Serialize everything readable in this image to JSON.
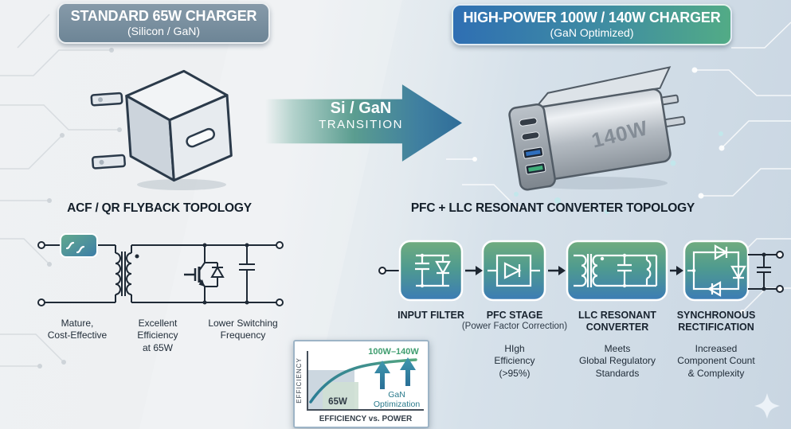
{
  "left": {
    "header": {
      "title": "STANDARD 65W CHARGER",
      "subtitle": "(Silicon / GaN)"
    },
    "topology_title": "ACF / QR FLYBACK TOPOLOGY",
    "features": [
      {
        "text": "Mature,\nCost-Effective"
      },
      {
        "text": "Excellent\nEfficiency\nat 65W"
      },
      {
        "text": "Lower Switching\nFrequency"
      }
    ]
  },
  "transition": {
    "line1": "Si / GaN",
    "line2": "TRANSITION"
  },
  "right": {
    "header": {
      "title": "HIGH-POWER 100W / 140W CHARGER",
      "subtitle": "(GaN Optimized)"
    },
    "topology_title": "PFC + LLC RESONANT CONVERTER TOPOLOGY",
    "charger_wattage": "140W",
    "blocks": [
      {
        "label": "INPUT FILTER",
        "sublabel": "",
        "note": ""
      },
      {
        "label": "PFC STAGE",
        "sublabel": "(Power Factor Correction)",
        "note": "HIgh\nEfficiency\n(>95%)"
      },
      {
        "label": "LLC RESONANT\nCONVERTER",
        "sublabel": "",
        "note": "Meets\nGlobal Regulatory\nStandards"
      },
      {
        "label": "SYNCHRONOUS\nRECTIFICATION",
        "sublabel": "",
        "note": "Increased\nComponent Count\n& Complexity"
      }
    ]
  },
  "inset_chart": {
    "type": "line",
    "xlabel": "EFFICIENCY vs. POWER",
    "ylabel": "EFFICIENCY",
    "region_label_65w": "65W",
    "range_label": "100W–140W",
    "annotation_line1": "GaN",
    "annotation_line2": "Optimization",
    "series": [
      {
        "name": "efficiency_curve",
        "x_norm": [
          0,
          0.15,
          0.35,
          0.6,
          0.85,
          1.0
        ],
        "y_norm": [
          0.15,
          0.45,
          0.65,
          0.78,
          0.86,
          0.9
        ]
      }
    ],
    "colors": {
      "curve_start": "#2b7d95",
      "curve_end": "#57a97e",
      "annotation": "#2a7a8c",
      "range_label": "#3f9d6f"
    }
  },
  "colors": {
    "header_left": "#76899b",
    "header_right_start": "#2f6fb3",
    "header_right_end": "#52ab86",
    "block_top": "#71ac7e",
    "block_bottom": "#3c7cb5",
    "usb_a_blue": "#2f6fbe",
    "usb_a_green": "#3fae7a"
  }
}
